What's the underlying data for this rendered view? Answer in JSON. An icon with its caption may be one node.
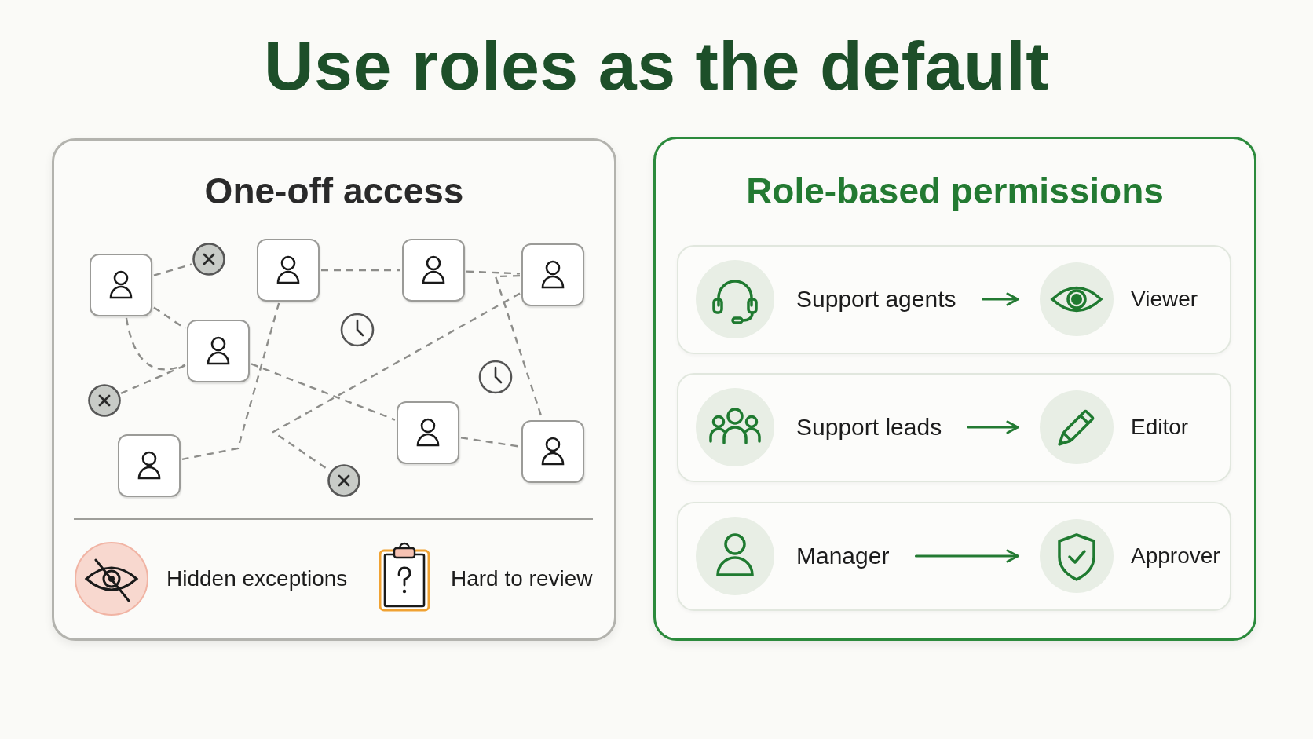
{
  "diagram": {
    "title": "Use roles as the default",
    "nodes": [
      {
        "text": [
          "One-off access"
        ]
      },
      {
        "text": [],
        "shape": "person",
        "in": 0
      },
      {
        "text": [],
        "shape": "circle",
        "in": 0
      },
      {
        "text": [],
        "shape": "person",
        "in": 0
      },
      {
        "text": [],
        "shape": "person",
        "in": 0
      },
      {
        "text": [],
        "shape": "person",
        "in": 0
      },
      {
        "text": [],
        "shape": "person",
        "in": 0
      },
      {
        "text": [],
        "shape": "circle",
        "in": 0
      },
      {
        "text": [],
        "shape": "person",
        "in": 0
      },
      {
        "text": [],
        "shape": "circle",
        "in": 0
      },
      {
        "text": [],
        "shape": "person",
        "in": 0
      },
      {
        "text": [],
        "shape": "person",
        "in": 0
      },
      {
        "text": [
          "Role-based permissions"
        ]
      },
      {
        "text": [],
        "shape": "box",
        "in": 12
      },
      {
        "text": [
          "Support agents"
        ],
        "in": 13
      },
      {
        "text": [
          "Viewer"
        ],
        "in": 13
      },
      {
        "text": [],
        "shape": "box",
        "in": 12
      },
      {
        "text": [
          "Support leads"
        ],
        "in": 16
      },
      {
        "text": [
          "Editor"
        ],
        "in": 16
      },
      {
        "text": [],
        "shape": "box",
        "in": 12
      },
      {
        "text": [
          "Manager"
        ],
        "in": 19
      },
      {
        "text": [
          "Approver"
        ],
        "in": 19
      }
    ],
    "edges": [
      {
        "from": 1,
        "to": 2,
        "arrow": "none",
        "style": "dashed"
      },
      {
        "from": 1,
        "to": 6,
        "arrow": "none",
        "style": "dashed"
      },
      {
        "from": 1,
        "to": 6,
        "arrow": "none",
        "style": "dashed"
      },
      {
        "from": 7,
        "to": 6,
        "arrow": "none",
        "style": "dashed"
      },
      {
        "from": 3,
        "to": 8,
        "arrow": "none",
        "style": "dashed"
      },
      {
        "from": 3,
        "to": 4,
        "arrow": "none",
        "style": "dashed"
      },
      {
        "from": 4,
        "to": 5,
        "arrow": "none",
        "style": "dashed"
      },
      {
        "from": 5,
        "to": 11,
        "arrow": "none",
        "style": "dashed"
      },
      {
        "from": 5,
        "to": 9,
        "arrow": "none",
        "style": "dashed"
      },
      {
        "from": 6,
        "to": 10,
        "arrow": "none",
        "style": "dashed"
      },
      {
        "from": 10,
        "to": 11,
        "arrow": "none",
        "style": "dashed"
      },
      {
        "from": 14,
        "to": 15,
        "arrow": "to",
        "color": "#237a32"
      },
      {
        "from": 17,
        "to": 18,
        "arrow": "to",
        "color": "#237a32"
      },
      {
        "from": 20,
        "to": 21,
        "arrow": "to",
        "color": "#237a32"
      }
    ],
    "labels": [
      "Hidden exceptions",
      "Hard to review"
    ]
  }
}
